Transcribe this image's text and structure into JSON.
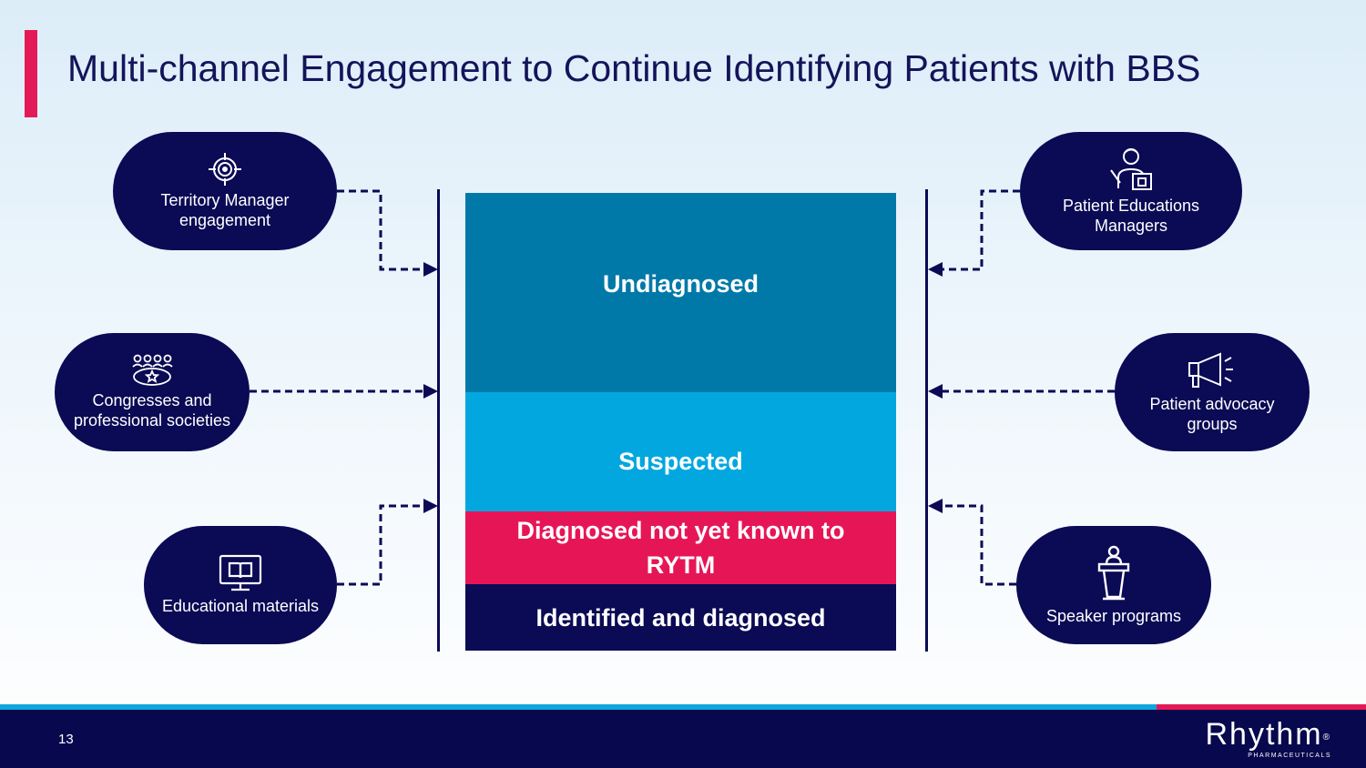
{
  "title": "Multi-channel Engagement to Continue Identifying Patients with BBS",
  "channels_left": [
    {
      "label": "Territory Manager engagement",
      "icon": "target-icon"
    },
    {
      "label": "Congresses and professional societies",
      "icon": "group-star-icon"
    },
    {
      "label": "Educational materials",
      "icon": "monitor-book-icon"
    }
  ],
  "channels_right": [
    {
      "label": "Patient Educations Managers",
      "icon": "person-laptop-icon"
    },
    {
      "label": "Patient advocacy groups",
      "icon": "megaphone-icon"
    },
    {
      "label": "Speaker programs",
      "icon": "podium-icon"
    }
  ],
  "funnel": [
    {
      "label": "Undiagnosed",
      "color": "#0179a8"
    },
    {
      "label": "Suspected",
      "color": "#02a7df"
    },
    {
      "label": "Diagnosed not yet known to RYTM",
      "color": "#e61656"
    },
    {
      "label": "Identified and diagnosed",
      "color": "#0a0a55"
    }
  ],
  "footer": {
    "page_number": "13",
    "logo_name": "Rhythm",
    "logo_mark": "®",
    "logo_sub": "PHARMACEUTICALS"
  },
  "colors": {
    "navy": "#0a0a55",
    "accent_pink": "#e31a57",
    "accent_blue": "#0fa7dd"
  }
}
